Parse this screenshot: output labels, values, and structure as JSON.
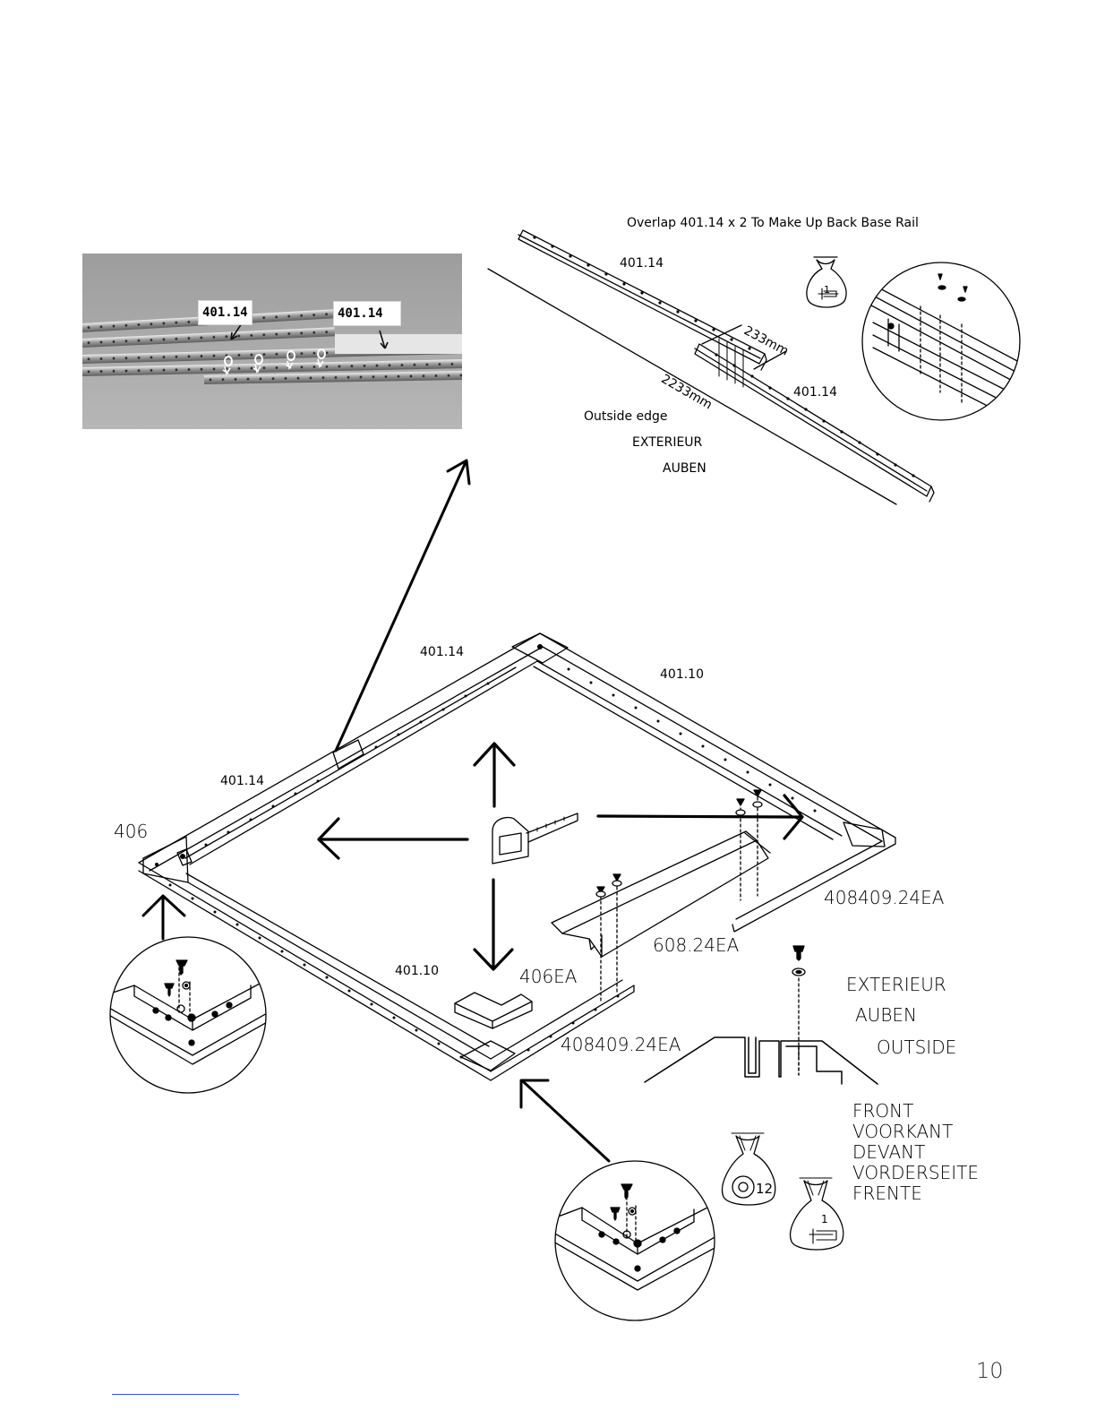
{
  "photo": {
    "tag_left": "401.14",
    "tag_right": "401.14"
  },
  "detail": {
    "title": "Overlap 401.14 x 2 To Make Up Back Base Rail",
    "rail_top": "401.14",
    "rail_bottom": "401.14",
    "overlap": "233mm",
    "length": "2233mm",
    "edge_en": "Outside edge",
    "edge_fr": "EXTERIEUR",
    "edge_de": "AUBEN",
    "bag_count": "1"
  },
  "frame": {
    "back_rail_upper": "401.14",
    "back_rail_lower": "401.14",
    "right_rail": "401.10",
    "front_rail": "401.10",
    "corner_left": "406",
    "corner_front": "406EA",
    "bracket": "608.24EA",
    "channel_right": "408409.24EA",
    "channel_front": "408409.24EA"
  },
  "section": {
    "fr": "EXTERIEUR",
    "de": "AUBEN",
    "en": "OUTSIDE"
  },
  "front": {
    "en": "FRONT",
    "nl": "VOORKANT",
    "fr": "DEVANT",
    "de": "VORDERSEITE",
    "es": "FRENTE"
  },
  "bags": {
    "washers": "12",
    "screws": "1"
  },
  "page_number": "10",
  "icons": [
    "tape-measure-icon",
    "hardware-bag-icon",
    "screw-icon",
    "washer-icon"
  ],
  "colors": {
    "ink": "#000000",
    "photo_bg": "#a9a9a9"
  }
}
